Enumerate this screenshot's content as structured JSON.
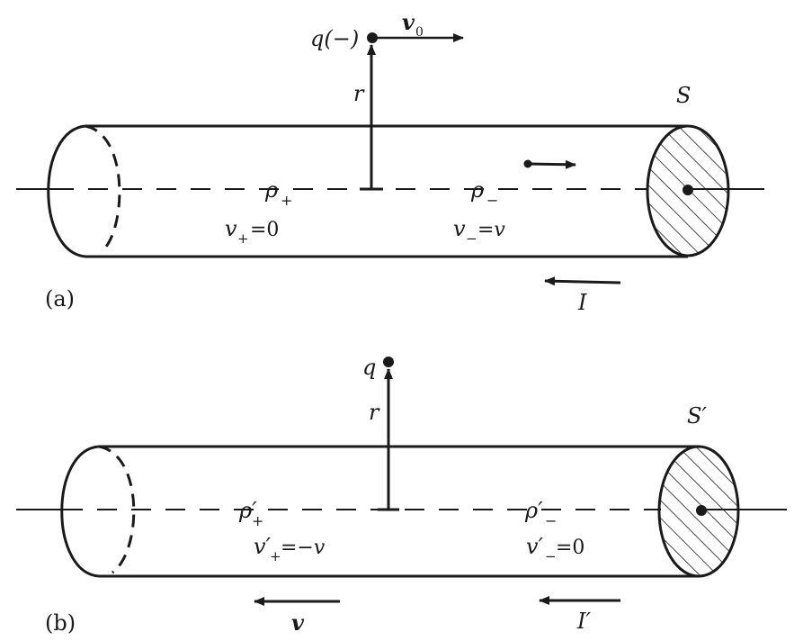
{
  "panel_a": {
    "caption": "(a)",
    "charge_label": "q(−)",
    "velocity_label": "v",
    "velocity_sub": "0",
    "radius_label": "r",
    "surface_label": "S",
    "rho_plus": "ρ",
    "rho_plus_sub": "+",
    "rho_minus": "ρ",
    "rho_minus_sub": "−",
    "v_plus": "v",
    "v_plus_sub": "+",
    "v_plus_rhs": "=0",
    "v_minus": "v",
    "v_minus_sub": "−",
    "v_minus_rhs": "=v",
    "current_label": "I"
  },
  "panel_b": {
    "caption": "(b)",
    "charge_label": "q",
    "radius_label": "r",
    "surface_label": "S′",
    "rho_plus": "ρ′",
    "rho_plus_sub": "+",
    "rho_minus": "ρ′",
    "rho_minus_sub": "−",
    "v_plus": "v′",
    "v_plus_sub": "+",
    "v_plus_rhs": "=−v",
    "v_minus": "v′",
    "v_minus_sub": "−",
    "v_minus_rhs": "=0",
    "velocity_label": "v",
    "current_label": "I′"
  }
}
